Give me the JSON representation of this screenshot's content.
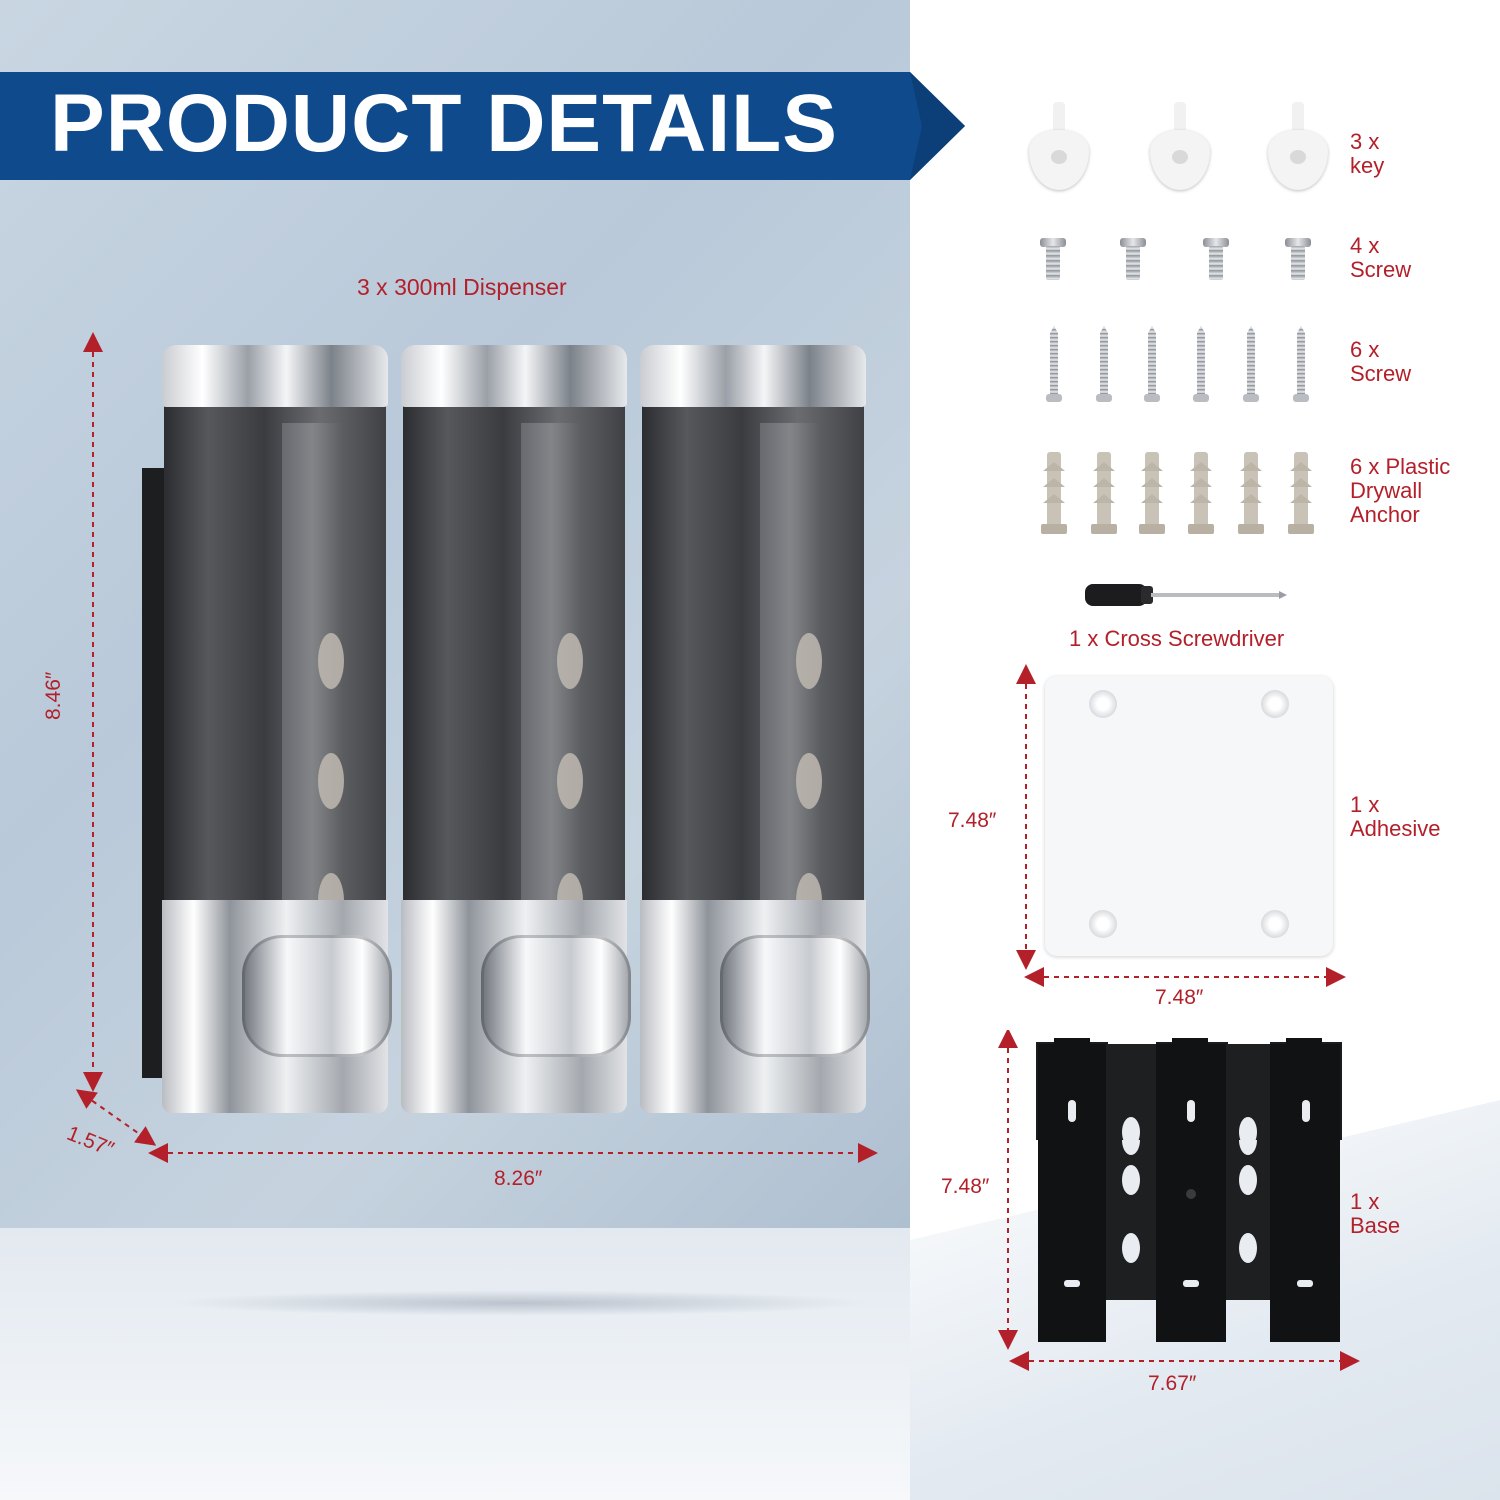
{
  "banner": {
    "title": "PRODUCT DETAILS",
    "color": "#0f4a8c"
  },
  "dispenser": {
    "label": "3 x 300ml Dispenser",
    "dimensions": {
      "height": "8.46″",
      "depth": "1.57″",
      "width": "8.26″"
    }
  },
  "parts": [
    {
      "qty": "3 x",
      "name": "key",
      "icon": "key-icon"
    },
    {
      "qty": "4 x",
      "name": "Screw",
      "icon": "machine-screw-icon"
    },
    {
      "qty": "6 x",
      "name": "Screw",
      "icon": "wood-screw-icon"
    },
    {
      "qty": "6 x Plastic",
      "name": "Drywall",
      "extra": "Anchor",
      "icon": "drywall-anchor-icon"
    }
  ],
  "screwdriver": {
    "label": "1 x Cross Screwdriver",
    "icon": "screwdriver-icon"
  },
  "adhesive": {
    "qty": "1 x",
    "name": "Adhesive",
    "height": "7.48″",
    "width": "7.48″"
  },
  "base": {
    "qty": "1 x",
    "name": "Base",
    "height": "7.48″",
    "width": "7.67″"
  },
  "colors": {
    "accent_red": "#b3202a",
    "banner_blue": "#0f4a8c"
  }
}
